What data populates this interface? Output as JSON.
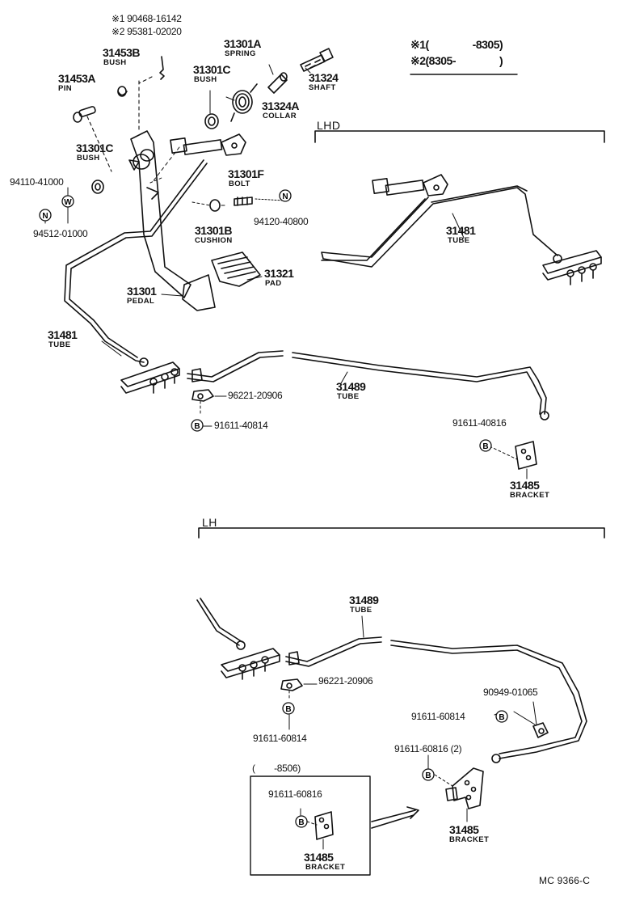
{
  "legend": {
    "l1": "※1(    -8305)",
    "l2": "※2(8305-    )"
  },
  "sections": {
    "lhd": "LHD",
    "lh": "LH"
  },
  "inset": {
    "period": "(  -8506)"
  },
  "footer": {
    "ref": "MC  9366-C"
  },
  "symbols": {
    "N": "N",
    "W": "W",
    "B": "B"
  },
  "parts": {
    "p_90468": "※1 90468-16142",
    "p_95381": "※2 95381-02020",
    "p_31453B": "31453B",
    "n_31453B": "BUSH",
    "p_31453A": "31453A",
    "n_31453A": "PIN",
    "p_31301A": "31301A",
    "n_31301A": "SPRING",
    "p_31301C_top": "31301C",
    "n_31301C_top": "BUSH",
    "p_31324": "31324",
    "n_31324": "SHAFT",
    "p_31324A": "31324A",
    "n_31324A": "COLLAR",
    "p_31301C_left": "31301C",
    "n_31301C_left": "BUSH",
    "p_94110": "94110-41000",
    "p_94512": "94512-01000",
    "p_31301F": "31301F",
    "n_31301F": "BOLT",
    "p_31301B": "31301B",
    "n_31301B": "CUSHION",
    "p_94120": "94120-40800",
    "p_31321": "31321",
    "n_31321": "PAD",
    "p_31301": "31301",
    "n_31301": "PEDAL",
    "p_31481_left": "31481",
    "n_31481_left": "TUBE",
    "p_31481_lhd": "31481",
    "n_31481_lhd": "TUBE",
    "p_31489_top": "31489",
    "n_31489_top": "TUBE",
    "p_96221_top": "96221-20906",
    "p_91611_40814": "91611-40814",
    "p_91611_40816": "91611-40816",
    "p_31485_top": "31485",
    "n_31485_top": "BRACKET",
    "p_31489_lh": "31489",
    "n_31489_lh": "TUBE",
    "p_96221_lh": "96221-20906",
    "p_91611_60814_a": "91611-60814",
    "p_90949": "90949-01065",
    "p_91611_60814_b": "91611-60814",
    "p_91611_60816_2": "91611-60816 (2)",
    "p_91611_60816_inset": "91611-60816",
    "p_31485_inset": "31485",
    "n_31485_inset": "BRACKET",
    "p_31485_lh": "31485",
    "n_31485_lh": "BRACKET"
  }
}
